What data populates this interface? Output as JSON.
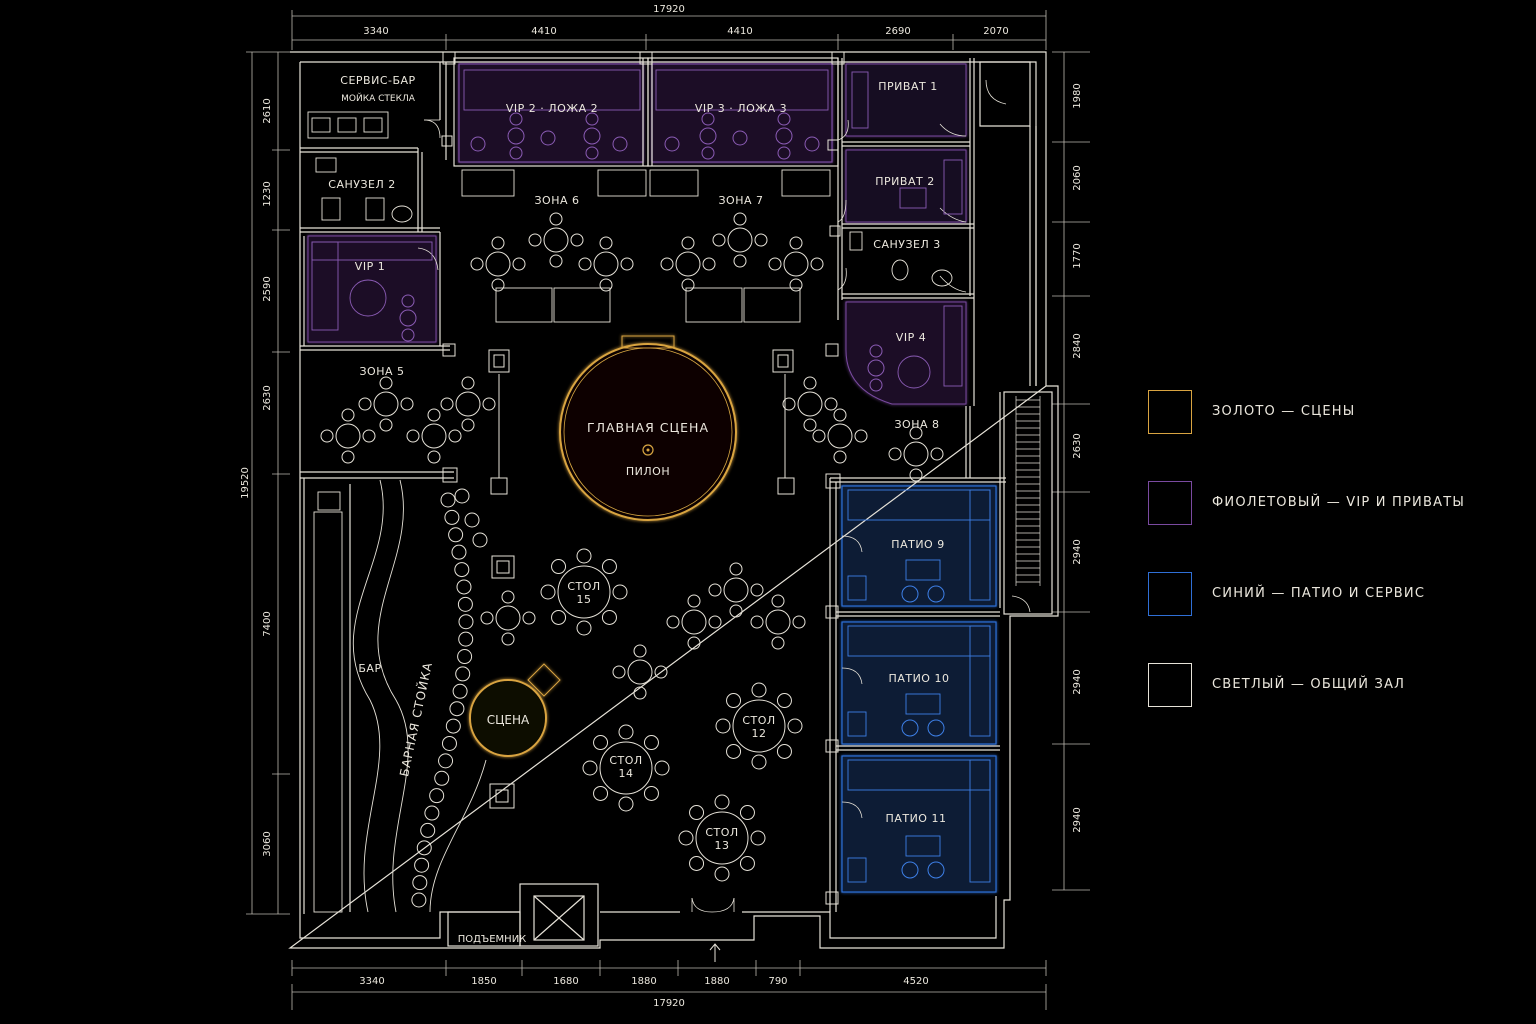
{
  "colors": {
    "background": "#000000",
    "wall": "#e6e2d8",
    "gold": "#d9a441",
    "violet": "#7a4aa0",
    "blue": "#2f6fd6",
    "light": "#ece8de"
  },
  "dimensions": {
    "top_total": "17920",
    "top": [
      "3340",
      "4410",
      "4410",
      "2690",
      "2070"
    ],
    "bottom": [
      "3340",
      "1850",
      "1680",
      "1880",
      "1880",
      "790",
      "4520"
    ],
    "bottom_total": "17920",
    "left_total": "19520",
    "left": [
      "2610",
      "1230",
      "2590",
      "2630",
      "7400",
      "3060"
    ],
    "right": [
      "1980",
      "2060",
      "1770",
      "2840",
      "2630",
      "2940",
      "2940",
      "2940"
    ]
  },
  "rooms": {
    "service_bar": "СЕРВИС-БАР",
    "glass_wash": "МОЙКА СТЕКЛА",
    "wc2": "САНУЗЕЛ 2",
    "vip1": "VIP 1",
    "vip2": "VIP 2 · ЛОЖА 2",
    "vip3": "VIP 3 · ЛОЖА 3",
    "private1": "ПРИВАТ 1",
    "private2": "ПРИВАТ 2",
    "wc3": "САНУЗЕЛ 3",
    "vip4": "VIP 4",
    "zone5": "ЗОНА 5",
    "zone6": "ЗОНА 6",
    "zone7": "ЗОНА 7",
    "zone8": "ЗОНА 8",
    "main_stage": "ГЛАВНАЯ СЦЕНА",
    "pylon": "ПИЛОН",
    "stage": "СЦЕНА",
    "bar": "БАР",
    "bar_counter": "БАРНАЯ СТОЙКА",
    "lift": "ПОДЪЕМНИК",
    "patio9": "ПАТИО 9",
    "patio10": "ПАТИО 10",
    "patio11": "ПАТИО 11",
    "table_word": "СТОЛ",
    "table12": "12",
    "table13": "13",
    "table14": "14",
    "table15": "15"
  },
  "legend": [
    {
      "label": "ЗОЛОТО — СЦЕНЫ",
      "color": "#d9a441"
    },
    {
      "label": "ФИОЛЕТОВЫЙ — VIP И ПРИВАТЫ",
      "color": "#7a4aa0"
    },
    {
      "label": "СИНИЙ — ПАТИО И СЕРВИС",
      "color": "#2f6fd6"
    },
    {
      "label": "СВЕТЛЫЙ — ОБЩИЙ ЗАЛ",
      "color": "#e6e2d8"
    }
  ]
}
